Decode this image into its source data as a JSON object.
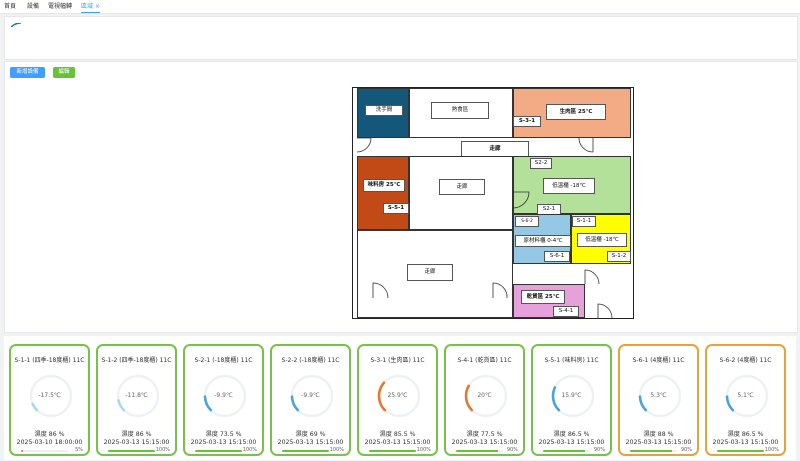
{
  "nav": {
    "tabs": [
      {
        "label": "首頁"
      },
      {
        "label": "設備"
      },
      {
        "label": "電視幅轉"
      },
      {
        "label": "區域",
        "close": "×"
      }
    ]
  },
  "toolbar": {
    "add_device_label": "新增設備",
    "edit_label": "編輯"
  },
  "floorplan": {
    "wash": "洗手間",
    "cooked": "熟食區",
    "raw_meat": "生肉區 25℃",
    "raw_meat_sensor": "S-3-1",
    "corridor_top": "走廊",
    "s22": "S2-2",
    "low_temp_big": "低溫櫃 -18℃",
    "sauce": "味料房 25℃",
    "sauce_sensor": "S-5-1",
    "corridor_mid": "走廊",
    "s21": "S2-1",
    "small_item": "S-6-2",
    "s11": "S-1-1",
    "raw_material": "原材料櫃 0-4℃",
    "low_temp_small": "低溫櫃 -18℃",
    "s61": "S-6-1",
    "s12": "S-1-2",
    "corridor_big": "走廊",
    "dry_goods": "乾貨區 25℃",
    "s41": "S-4-1"
  },
  "colors": {
    "wash": "#13577a",
    "raw_meat": "#f2ab84",
    "low_temp_big": "#b4e19a",
    "sauce": "#c14a17",
    "raw_material": "#94c8e5",
    "low_temp_small": "#ffff00",
    "dry_goods": "#e7a1da",
    "ok_border": "#77c24a",
    "warn_border": "#e6a23c",
    "progress": "#67c23a"
  },
  "cards": [
    {
      "title": "S-1-1 (四季-18度櫃) 11C",
      "temp": "-17.5℃",
      "humidity": "濕度 86 %",
      "time": "2025-03-10 18:00:00",
      "pct": "5%",
      "pct_value": 5,
      "status": "ok",
      "gauge_color": "#a6d8ec",
      "gauge_frac": 0.08
    },
    {
      "title": "S-1-2 (四季-18度櫃) 11C",
      "temp": "-11.8℃",
      "humidity": "濕度 86 %",
      "time": "2025-03-13 15:15:00",
      "pct": "100%",
      "pct_value": 100,
      "status": "ok",
      "gauge_color": "#a6d8ec",
      "gauge_frac": 0.12
    },
    {
      "title": "S-2-1 (-18度櫃) 11C",
      "temp": "-9.9℃",
      "humidity": "濕度 73.5 %",
      "time": "2025-03-13 15:15:00",
      "pct": "100%",
      "pct_value": 100,
      "status": "ok",
      "gauge_color": "#4aa3d6",
      "gauge_frac": 0.16
    },
    {
      "title": "S-2-2 (-18度櫃) 11C",
      "temp": "-9.9℃",
      "humidity": "濕度 69 %",
      "time": "2025-03-13 15:15:00",
      "pct": "100%",
      "pct_value": 100,
      "status": "ok",
      "gauge_color": "#4aa3d6",
      "gauge_frac": 0.16
    },
    {
      "title": "S-3-1 (生肉區) 11C",
      "temp": "25.9℃",
      "humidity": "濕度 85.5 %",
      "time": "2025-03-13 15:15:00",
      "pct": "100%",
      "pct_value": 100,
      "status": "ok",
      "gauge_color": "#e07a33",
      "gauge_frac": 0.32
    },
    {
      "title": "S-4-1 (乾貨區) 11C",
      "temp": "20℃",
      "humidity": "濕度 77.5 %",
      "time": "2025-03-13 15:15:00",
      "pct": "90%",
      "pct_value": 90,
      "status": "ok",
      "gauge_color": "#e07a33",
      "gauge_frac": 0.28
    },
    {
      "title": "S-5-1 (味料房) 11C",
      "temp": "15.9℃",
      "humidity": "濕度 86.5 %",
      "time": "2025-03-13 15:15:00",
      "pct": "90%",
      "pct_value": 90,
      "status": "ok",
      "gauge_color": "#4aa3d6",
      "gauge_frac": 0.26
    },
    {
      "title": "S-6-1 (4度櫃) 11C",
      "temp": "5.3℃",
      "humidity": "濕度 88 %",
      "time": "2025-03-13 15:15:00",
      "pct": "90%",
      "pct_value": 90,
      "status": "warn",
      "gauge_color": "#4aa3d6",
      "gauge_frac": 0.16
    },
    {
      "title": "S-6-2 (4度櫃) 11C",
      "temp": "5.1℃",
      "humidity": "濕度 86.5 %",
      "time": "2025-03-13 15:15:00",
      "pct": "100%",
      "pct_value": 100,
      "status": "warn",
      "gauge_color": "#4aa3d6",
      "gauge_frac": 0.16
    }
  ]
}
